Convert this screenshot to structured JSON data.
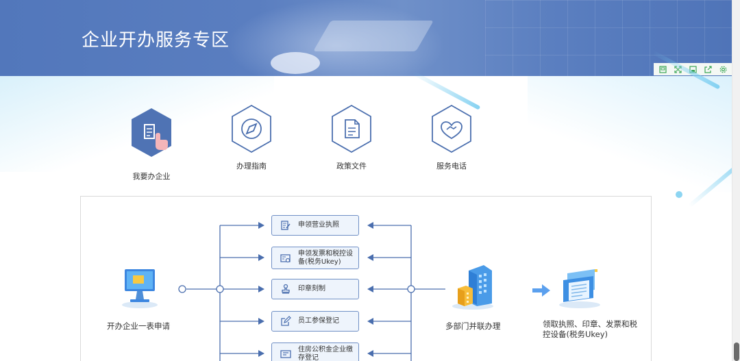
{
  "banner": {
    "title": "企业开办服务专区"
  },
  "toolbar": {
    "icons": [
      "save-page-icon",
      "fullscreen-icon",
      "floppy-icon",
      "share-icon",
      "settings-icon"
    ]
  },
  "nav": [
    {
      "label": "我要办企业",
      "icon": "hand-pointer-icon",
      "active": true
    },
    {
      "label": "办理指南",
      "icon": "compass-icon",
      "active": false
    },
    {
      "label": "政策文件",
      "icon": "document-icon",
      "active": false
    },
    {
      "label": "服务电话",
      "icon": "handshake-heart-icon",
      "active": false
    }
  ],
  "process": {
    "start": "开办企业一表申请",
    "steps": [
      {
        "label": "申领营业执照",
        "icon": "edit-doc-icon"
      },
      {
        "label": "申领发票和税控设备(税务Ukey)",
        "icon": "invoice-icon"
      },
      {
        "label": "印章刻制",
        "icon": "stamp-icon"
      },
      {
        "label": "员工参保登记",
        "icon": "pen-square-icon"
      },
      {
        "label": "住房公积金企业缴存登记",
        "icon": "form-icon"
      }
    ],
    "parallel": "多部门并联办理",
    "result": "领取执照、印章、发票和税控设备(税务Ukey)"
  },
  "colors": {
    "banner": "#5277bb",
    "accent": "#4a6eae",
    "line": "#6f8fc5",
    "active_icon": "#4f73b4"
  }
}
